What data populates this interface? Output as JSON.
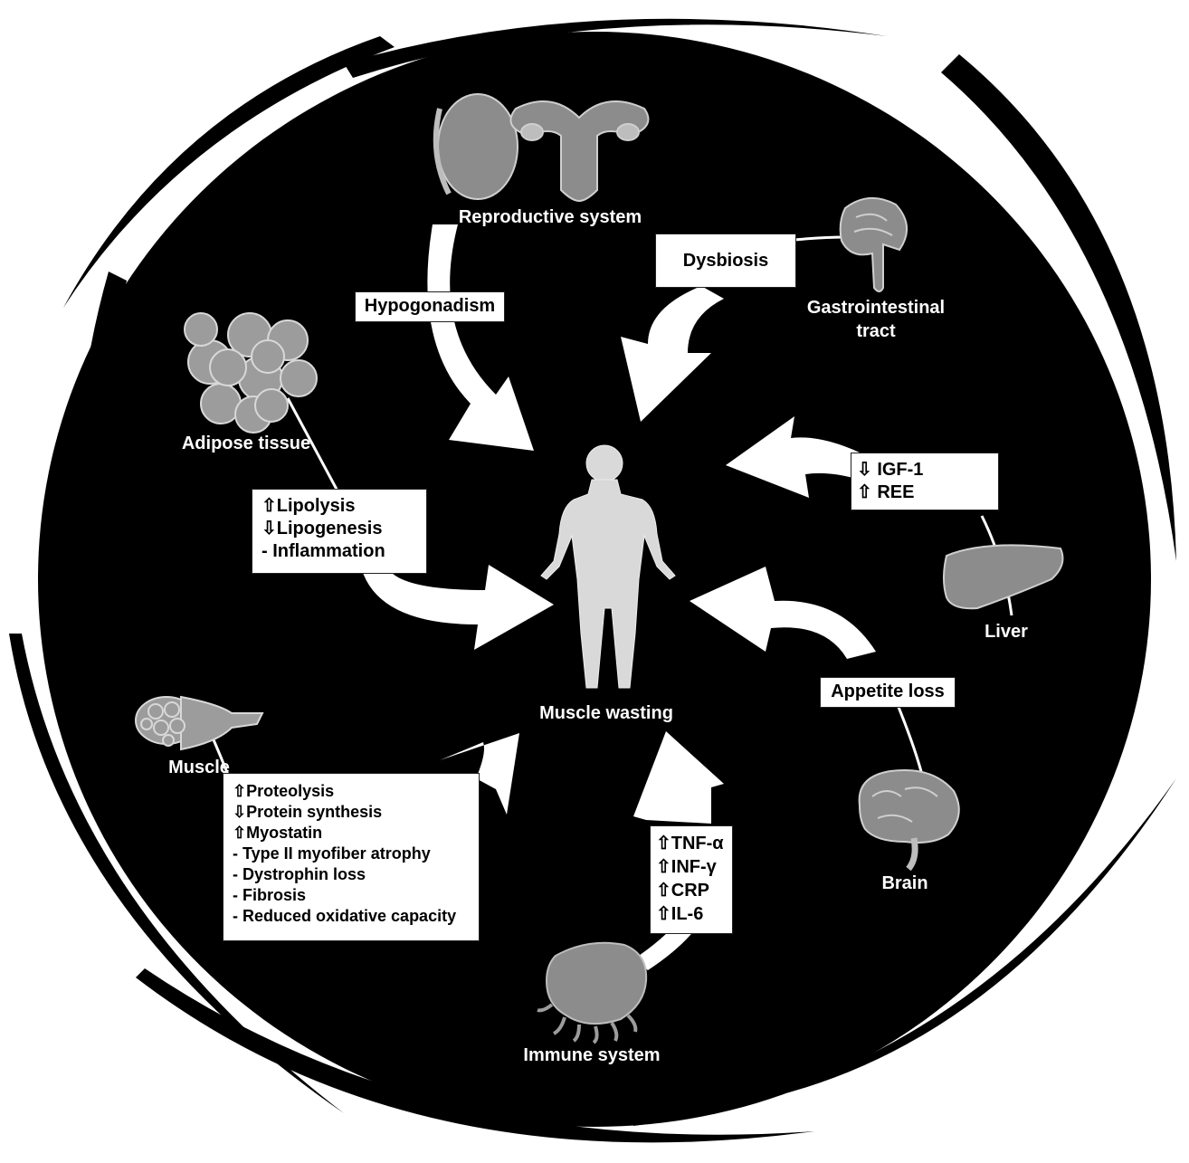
{
  "center": {
    "label": "Muscle wasting"
  },
  "organs": {
    "reproductive": "Reproductive system",
    "gastro_line1": "Gastrointestinal",
    "gastro_line2": "tract",
    "adipose": "Adipose tissue",
    "liver": "Liver",
    "muscle": "Muscle",
    "brain": "Brain",
    "immune": "Immune system"
  },
  "mechanisms": {
    "hypogonadism": "Hypogonadism",
    "dysbiosis": "Dysbiosis",
    "adipose": [
      "⇧Lipolysis",
      "⇩Lipogenesis",
      "-  Inflammation"
    ],
    "liver": [
      "⇩ IGF-1",
      "⇧ REE"
    ],
    "appetite": "Appetite loss",
    "muscle": [
      "⇧Proteolysis",
      "⇩Protein synthesis",
      "⇧Myostatin",
      "- Type II myofiber atrophy",
      "- Dystrophin loss",
      "- Fibrosis",
      "- Reduced oxidative capacity"
    ],
    "immune": [
      "⇧TNF-α",
      "⇧INF-γ",
      "⇧CRP",
      "⇧IL-6"
    ]
  },
  "colors": {
    "background": "#000000",
    "arrow": "#ffffff",
    "icon": "#8c8c8c",
    "label": "#ffffff",
    "box": "#ffffff"
  }
}
